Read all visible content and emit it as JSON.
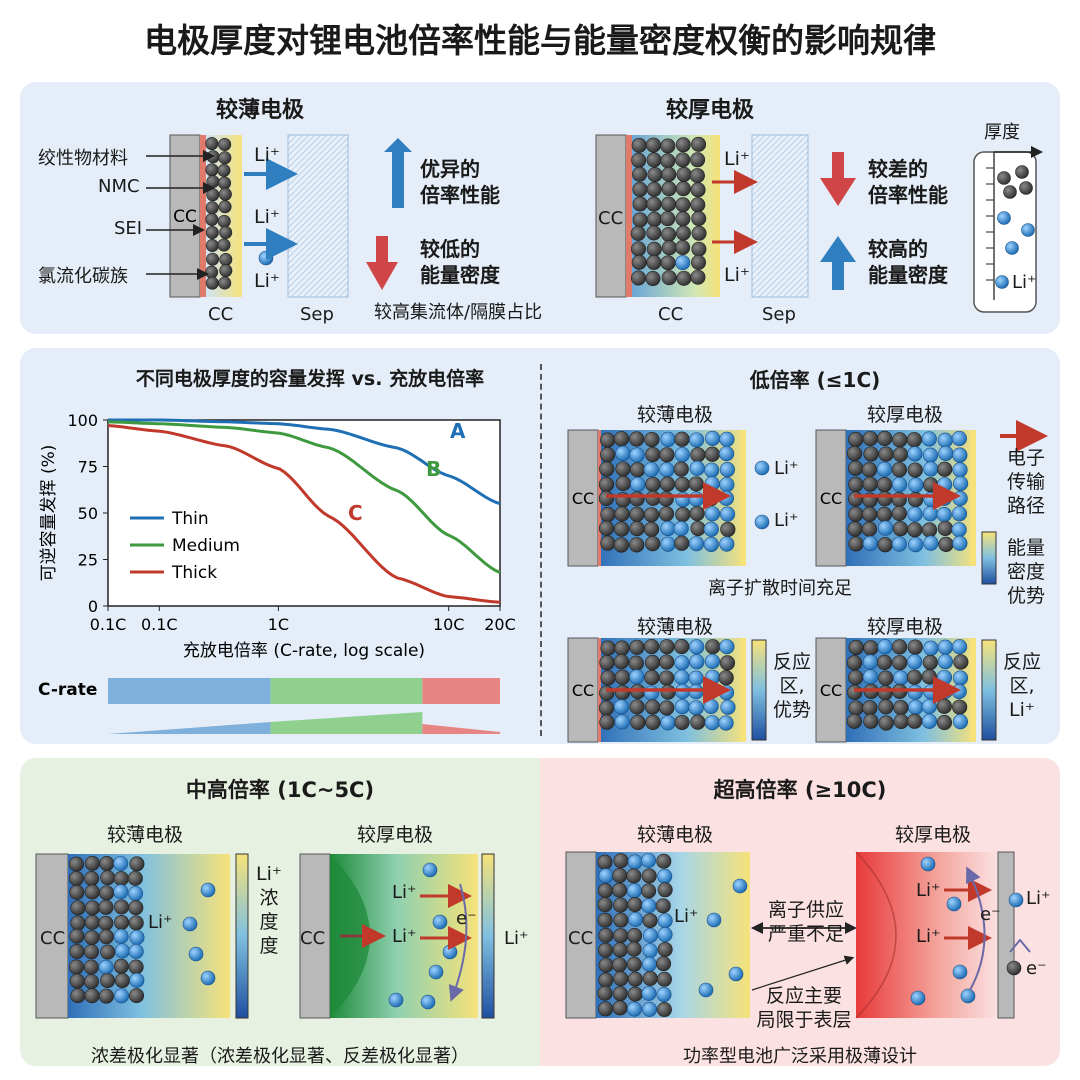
{
  "title": "电极厚度对锂电池倍率性能与能量密度权衡的影响规律",
  "top": {
    "thin": {
      "heading": "较薄电极",
      "labels": [
        "绞性物材料",
        "NMC",
        "SEI",
        "氯流化碳族"
      ],
      "cc": "CC",
      "cc_bottom": "CC",
      "sep": "Sep",
      "li": "Li⁺",
      "up_text": [
        "优异的",
        "倍率性能"
      ],
      "down_text": [
        "较低的",
        "能量密度"
      ],
      "note": "较高集流体/隔膜占比"
    },
    "thick": {
      "heading": "较厚电极",
      "cc": "CC",
      "cc_bottom": "CC",
      "sep": "Sep",
      "li": "Li⁺",
      "down_text": [
        "较差的",
        "倍率性能"
      ],
      "up_text": [
        "较高的",
        "能量密度"
      ],
      "inset_label": "厚度",
      "inset_li": "Li⁺"
    }
  },
  "chart_data": {
    "type": "line",
    "title": "不同电极厚度的容量发挥 vs. 充放电倍率",
    "xlabel": "充放电倍率 (C-rate, log scale)",
    "ylabel": "可逆容量发挥 (%)",
    "x_scale": "log",
    "x_ticks": [
      "0.1C",
      "0.1C",
      "1C",
      "10C",
      "20C"
    ],
    "y_ticks": [
      "0",
      "25",
      "50",
      "75",
      "100"
    ],
    "ylim": [
      0,
      100
    ],
    "x": [
      0.1,
      0.2,
      0.5,
      1,
      2,
      5,
      10,
      20
    ],
    "series": [
      {
        "name": "Thin",
        "label": "A",
        "color": "#1f6fb5",
        "values": [
          100,
          100,
          99,
          98,
          95,
          85,
          70,
          55
        ]
      },
      {
        "name": "Medium",
        "label": "B",
        "color": "#3f9a3f",
        "values": [
          99,
          98,
          96,
          93,
          85,
          62,
          38,
          18
        ]
      },
      {
        "name": "Thick",
        "label": "C",
        "color": "#c0392b",
        "values": [
          97,
          94,
          86,
          74,
          48,
          15,
          5,
          2
        ]
      }
    ],
    "legend": "left-middle",
    "grid": false,
    "band_label": "C-rate"
  },
  "low_rate": {
    "heading": "低倍率 (≤1C)",
    "thin": "较薄电极",
    "thick": "较厚电极",
    "thin2": "较薄电极",
    "thick2": "较厚电极",
    "cc": "CC",
    "li": "Li⁺",
    "caption": "离子扩散时间充足",
    "legend_arrow": [
      "电子",
      "传输",
      "路径"
    ],
    "legend_energy": [
      "能量",
      "密度",
      "优势"
    ],
    "react1": [
      "反应",
      "区,",
      "优势"
    ],
    "react2": [
      "反应",
      "区,",
      "Li⁺"
    ]
  },
  "mid_rate": {
    "heading": "中高倍率 (1C~5C)",
    "thin": "较薄电极",
    "thick": "较厚电极",
    "cc": "CC",
    "li": "Li⁺",
    "e": "e⁻",
    "conc": [
      "Li⁺",
      "浓",
      "度",
      "度"
    ],
    "caption": "浓差极化显著（浓差极化显著、反差极化显著）"
  },
  "ultra_rate": {
    "heading": "超高倍率 (≥10C)",
    "thin": "较薄电极",
    "thick": "较厚电极",
    "cc": "CC",
    "li": "Li⁺",
    "e": "e⁻",
    "ion_short": [
      "离子供应",
      "严重不足"
    ],
    "surface": [
      "反应主要",
      "局限于表层"
    ],
    "caption": "功率型电池广泛采用极薄设计"
  },
  "colors": {
    "blue": "#1f6fb5",
    "green": "#3f9a3f",
    "red": "#c0392b",
    "panel": "#e5eef8"
  }
}
